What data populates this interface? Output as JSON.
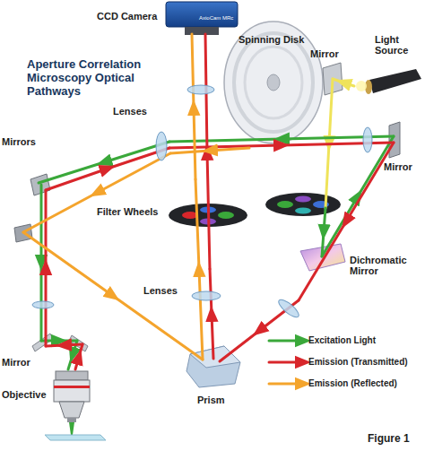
{
  "diagram": {
    "title": "Aperture Correlation Microscopy Optical Pathways",
    "caption": "Figure 1",
    "labels": [
      "CCD Camera",
      "AxioCam MRc",
      "Spinning Disk",
      "Mirror",
      "Light Source",
      "Lenses",
      "Mirrors",
      "Mirror",
      "Filter Wheels",
      "Dichromatic Mirror",
      "Lenses",
      "Mirror",
      "Objective",
      "Prism"
    ],
    "legend": [
      {
        "text": "Excitation Light"
      },
      {
        "text": "Emission (Transmitted)"
      },
      {
        "text": "Emission (Reflected)"
      }
    ]
  }
}
